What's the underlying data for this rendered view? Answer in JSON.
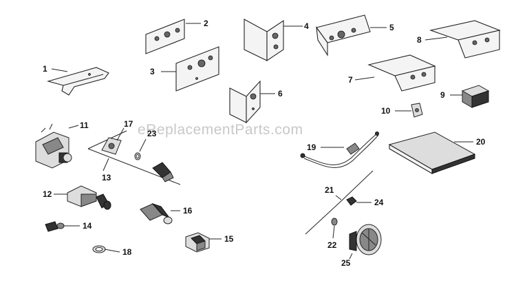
{
  "watermark": "eReplacementParts.com",
  "callouts": [
    {
      "id": "p1",
      "label": "1"
    },
    {
      "id": "p2",
      "label": "2"
    },
    {
      "id": "p3",
      "label": "3"
    },
    {
      "id": "p4",
      "label": "4"
    },
    {
      "id": "p5",
      "label": "5"
    },
    {
      "id": "p6",
      "label": "6"
    },
    {
      "id": "p7",
      "label": "7"
    },
    {
      "id": "p8",
      "label": "8"
    },
    {
      "id": "p9",
      "label": "9"
    },
    {
      "id": "p10",
      "label": "10"
    },
    {
      "id": "p11",
      "label": "11"
    },
    {
      "id": "p12",
      "label": "12"
    },
    {
      "id": "p13",
      "label": "13"
    },
    {
      "id": "p14",
      "label": "14"
    },
    {
      "id": "p15",
      "label": "15"
    },
    {
      "id": "p16",
      "label": "16"
    },
    {
      "id": "p17",
      "label": "17"
    },
    {
      "id": "p18",
      "label": "18"
    },
    {
      "id": "p19",
      "label": "19"
    },
    {
      "id": "p20",
      "label": "20"
    },
    {
      "id": "p21",
      "label": "21"
    },
    {
      "id": "p22",
      "label": "22"
    },
    {
      "id": "p23",
      "label": "23"
    },
    {
      "id": "p24",
      "label": "24"
    },
    {
      "id": "p25",
      "label": "25"
    }
  ]
}
